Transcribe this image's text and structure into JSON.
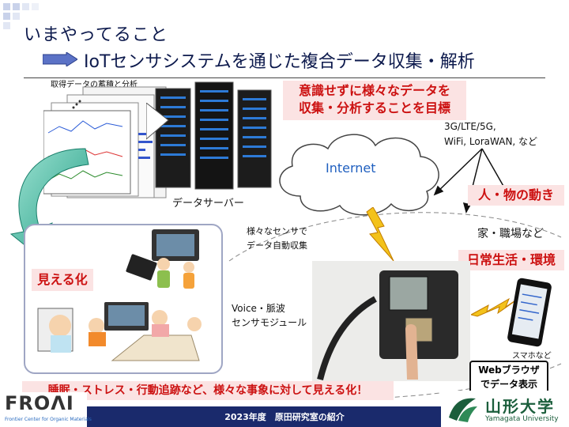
{
  "title": {
    "line1": "いまやってること",
    "line2": "IoTセンサシステムを通じた複合データ収集・解析"
  },
  "labels": {
    "data_analysis_caption": "取得データの蓄積と分析",
    "server_caption": "データサーバー",
    "goal_line1": "意識せずに様々なデータを",
    "goal_line2": "収集・分析することを目標",
    "internet": "Internet",
    "network_line1": "3G/LTE/5G,",
    "network_line2": "WiFi, LoraWAN, など",
    "people_motion": "人・物の動き",
    "home_work": "家・職場など",
    "daily_env": "日常生活・環境",
    "sensors_line1": "様々なセンサで",
    "sensors_line2": "データ自動収集",
    "visualize": "見える化",
    "voice_line1": "Voice・脈波",
    "voice_line2": "センサモジュール",
    "smartphone": "スマホなど",
    "web_line1": "Webブラウザ",
    "web_line2": "でデータ表示",
    "bottom_message": "睡眠・ストレス・行動追跡など、様々な事象に対して見える化！",
    "footer": "2023年度　原田研究室の紹介",
    "froni_logo": "FROΛΙ",
    "froni_sub": "Frontier Center for Organic Materials",
    "univ_name": "山形大学",
    "univ_sub": "Yamagata University"
  },
  "colors": {
    "title": "#0d1a4d",
    "accent_red": "#cc1111",
    "red_bg": "#fbe3e3",
    "footer_bar": "#1a2a6c",
    "teal": "#27a98f",
    "univ_green": "#1b5e3c"
  }
}
